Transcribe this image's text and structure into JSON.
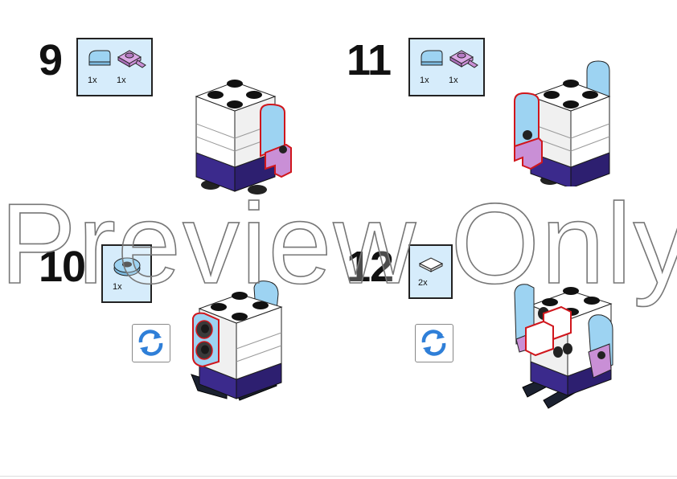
{
  "steps": [
    {
      "number": "9",
      "parts": [
        {
          "name": "light-blue-round-tile-icon",
          "qty": "1x"
        },
        {
          "name": "lavender-clip-plate-icon",
          "qty": "1x"
        }
      ]
    },
    {
      "number": "11",
      "parts": [
        {
          "name": "light-blue-round-tile-icon",
          "qty": "1x"
        },
        {
          "name": "lavender-clip-plate-icon",
          "qty": "1x"
        }
      ]
    },
    {
      "number": "10",
      "parts": [
        {
          "name": "light-blue-round-plate-icon",
          "qty": "1x"
        }
      ]
    },
    {
      "number": "12",
      "parts": [
        {
          "name": "white-tile-icon",
          "qty": "2x"
        }
      ]
    }
  ],
  "watermark": "Preview Only",
  "colors": {
    "parts_box_bg": "#d6ecfb",
    "light_blue": "#9dd3f2",
    "lavender": "#c98fd6",
    "dark_purple": "#3b2a8c",
    "highlight_red": "#d0161c",
    "rotate_icon": "#2f7fd8"
  }
}
